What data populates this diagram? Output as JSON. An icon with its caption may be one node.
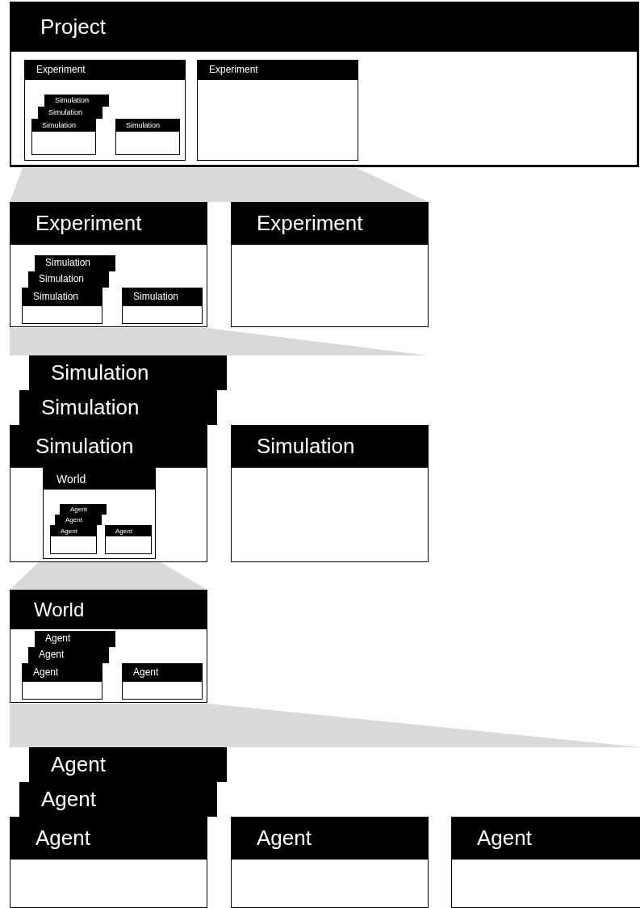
{
  "diagram": {
    "nodes": [
      {
        "text": [
          "Project"
        ]
      },
      {
        "text": [
          "Experiment"
        ],
        "in": 0
      },
      {
        "text": [
          "Simulation"
        ],
        "in": 1
      },
      {
        "text": [
          "Simulation"
        ],
        "in": 1
      },
      {
        "text": [
          "Simulation"
        ],
        "in": 1
      },
      {
        "text": [
          "Simulation"
        ],
        "in": 1
      },
      {
        "text": [
          "Experiment"
        ],
        "in": 0
      },
      {
        "text": [],
        "shape": "trapezoid"
      },
      {
        "text": [
          "Experiment"
        ]
      },
      {
        "text": [
          "Simulation"
        ],
        "in": 8
      },
      {
        "text": [
          "Simulation"
        ],
        "in": 8
      },
      {
        "text": [
          "Simulation"
        ],
        "in": 8
      },
      {
        "text": [
          "Simulation"
        ],
        "in": 8
      },
      {
        "text": [
          "Experiment"
        ]
      },
      {
        "text": [],
        "shape": "trapezoid"
      },
      {
        "text": [
          "Simulation"
        ]
      },
      {
        "text": [
          "Simulation"
        ]
      },
      {
        "text": [
          "Simulation"
        ]
      },
      {
        "text": [
          "World"
        ],
        "in": 17
      },
      {
        "text": [
          "Agent"
        ],
        "in": 18
      },
      {
        "text": [
          "Agent"
        ],
        "in": 18
      },
      {
        "text": [
          "Agent"
        ],
        "in": 18
      },
      {
        "text": [
          "Agent"
        ],
        "in": 18
      },
      {
        "text": [
          "Simulation"
        ]
      },
      {
        "text": [],
        "shape": "trapezoid"
      },
      {
        "text": [
          "World"
        ]
      },
      {
        "text": [
          "Agent"
        ],
        "in": 25
      },
      {
        "text": [
          "Agent"
        ],
        "in": 25
      },
      {
        "text": [
          "Agent"
        ],
        "in": 25
      },
      {
        "text": [
          "Agent"
        ],
        "in": 25
      },
      {
        "text": [],
        "shape": "trapezoid"
      },
      {
        "text": [
          "Agent"
        ]
      },
      {
        "text": [
          "Agent"
        ]
      },
      {
        "text": [
          "Agent"
        ]
      },
      {
        "text": [
          "Agent"
        ]
      },
      {
        "text": [
          "Agent"
        ]
      }
    ]
  }
}
